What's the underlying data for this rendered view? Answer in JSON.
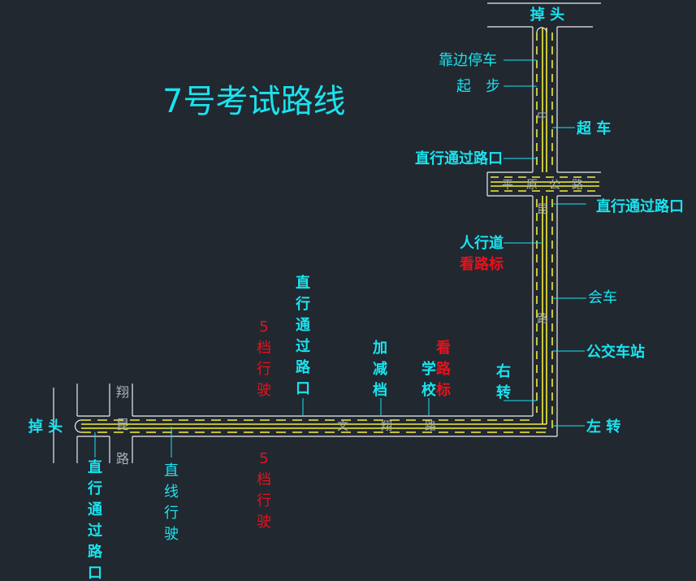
{
  "title": "7号考试路线",
  "colors": {
    "background": "#212830",
    "cyan": "#19e3ef",
    "red": "#e8111c",
    "yellow": "#f2ee3a",
    "road_edge": "#e9edf0",
    "road_name": "#a9b2b8"
  },
  "roads": {
    "north": "中",
    "east_west_top": [
      "平",
      "原",
      "公",
      "路"
    ],
    "vertical_main": [
      "昆",
      "路"
    ],
    "west_cross": [
      "翔",
      "昆",
      "路"
    ],
    "bottom": [
      "文",
      "翔",
      "路"
    ]
  },
  "labels": {
    "u_turn_top": "掉 头",
    "pull_over": "靠边停车",
    "start": "起　步",
    "overtake": "超 车",
    "straight_1": "直行通过路口",
    "straight_2": "直行通过路口",
    "sidewalk": "人行道",
    "look_sign_1": "看路标",
    "meet_car": "会车",
    "bus_stop": "公交车站",
    "right_turn": [
      "右",
      "转"
    ],
    "left_turn": "左 转",
    "u_turn_left": "掉 头",
    "straight_3": [
      "直",
      "行",
      "通",
      "过",
      "路",
      "口"
    ],
    "straight_line": [
      "直",
      "线",
      "行",
      "驶"
    ],
    "gear5_top": [
      "5",
      "档",
      "行",
      "驶"
    ],
    "gear5_bottom": [
      "5",
      "档",
      "行",
      "驶"
    ],
    "straight_4": [
      "直",
      "行",
      "通",
      "过",
      "路",
      "口"
    ],
    "accel_decel": [
      "加",
      "减",
      "档"
    ],
    "school": [
      "学",
      "校"
    ],
    "look_sign_2": [
      "看",
      "路",
      "标"
    ]
  }
}
